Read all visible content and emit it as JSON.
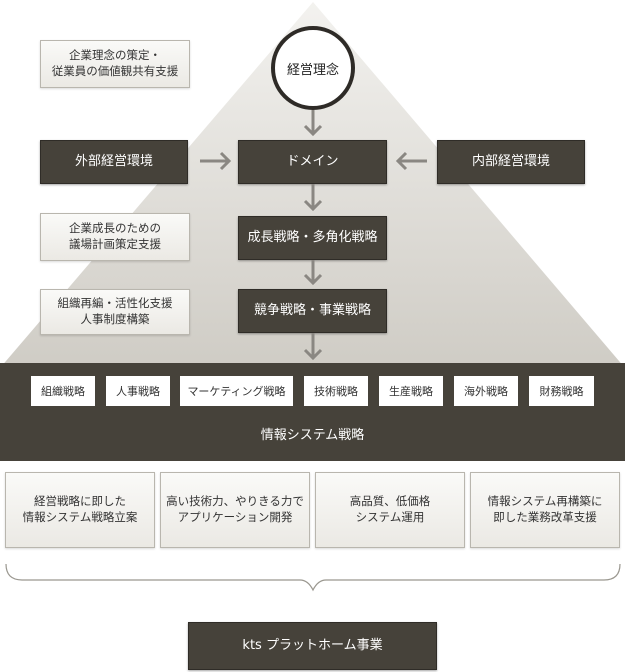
{
  "philosophy": "経営理念",
  "left_notes": [
    "企業理念の策定・\n従業員の価値観共有支援",
    "企業成長のための\n議場計画策定支援",
    "組織再編・活性化支援\n人事制度構築"
  ],
  "external_env": "外部経営環境",
  "domain": "ドメイン",
  "internal_env": "内部経営環境",
  "growth_strategy": "成長戦略・多角化戦略",
  "competitive_strategy": "競争戦略・事業戦略",
  "functional_strategies": [
    "組織戦略",
    "人事戦略",
    "マーケティング戦略",
    "技術戦略",
    "生産戦略",
    "海外戦略",
    "財務戦略"
  ],
  "is_strategy": "情報システム戦略",
  "services": [
    "経営戦略に即した\n情報システム戦略立案",
    "高い技術力、やりきる力で\nアプリケーション開発",
    "高品質、低価格\nシステム運用",
    "情報システム再構築に\n即した業務改革支援"
  ],
  "platform": "kts プラットホーム事業",
  "colors": {
    "dark": "#46423a",
    "triangle": "#d8d5cf",
    "arrow": "#8a8782"
  }
}
